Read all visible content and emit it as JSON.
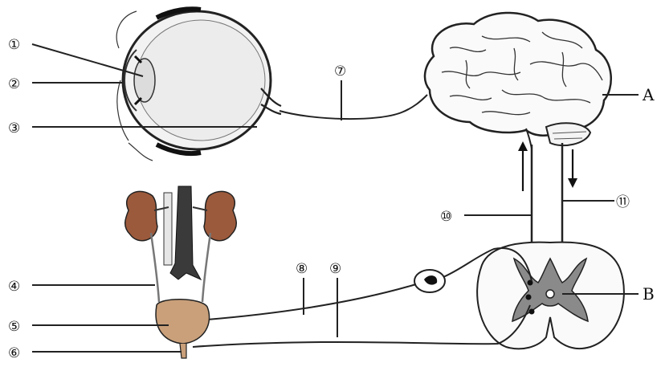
{
  "labels": {
    "n1": "①",
    "n2": "②",
    "n3": "③",
    "n4": "④",
    "n5": "⑤",
    "n6": "⑥",
    "n7": "⑦",
    "n8": "⑧",
    "n9": "⑨",
    "n10": "⑩",
    "n11": "⑪",
    "A": "A",
    "B": "B"
  },
  "colors": {
    "line": "#222222",
    "kidney": "#9c5a3c",
    "bladder": "#c9a07a",
    "cord_gray": "#555555"
  }
}
